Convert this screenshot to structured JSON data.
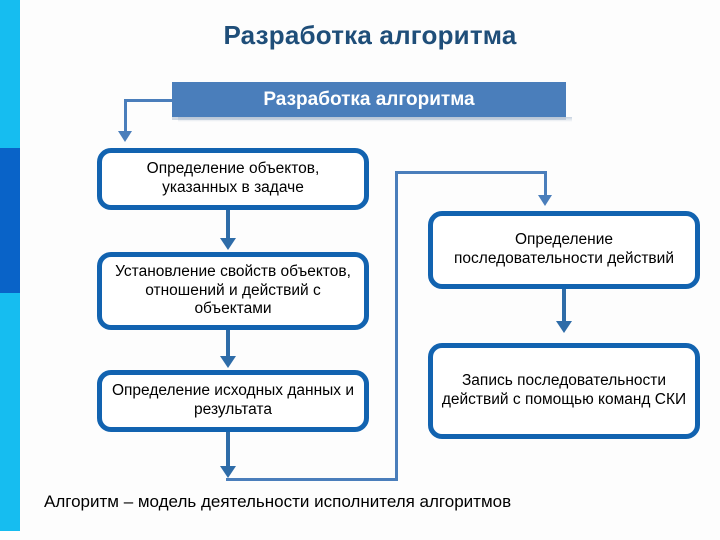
{
  "slide": {
    "title": "Разработка алгоритма",
    "header_box_label": "Разработка алгоритма",
    "caption": "Алгоритм – модель деятельности исполнителя алгоритмов"
  },
  "colors": {
    "title_text": "#1F4E79",
    "header_box_fill": "#4A7EBB",
    "node_border": "#1263B0",
    "connector": "#4A7EBB",
    "connector_dark": "#2E6CA8",
    "sidebar_cyan": "#16BDF0",
    "sidebar_blue": "#0963C8",
    "background": "#FDFDFD"
  },
  "nodes": [
    {
      "id": "objects",
      "text": "Определение объектов, указанных в задаче"
    },
    {
      "id": "properties",
      "text": "Установление свойств объектов, отношений и действий с объектами"
    },
    {
      "id": "inputdata",
      "text": "Определение исходных данных и результата"
    },
    {
      "id": "sequence",
      "text": "Определение последовательности действий"
    },
    {
      "id": "record",
      "text": "Запись последовательности действий с помощью команд СКИ"
    }
  ],
  "connectors": [
    {
      "id": "header-to-objects",
      "from": "header_box",
      "to": "objects",
      "style": "elbow-down"
    },
    {
      "id": "objects-to-properties",
      "from": "objects",
      "to": "properties",
      "style": "straight-down"
    },
    {
      "id": "properties-to-inputdata",
      "from": "properties",
      "to": "inputdata",
      "style": "straight-down"
    },
    {
      "id": "inputdata-to-sequence",
      "from": "inputdata",
      "to": "sequence",
      "style": "loop-right-up"
    },
    {
      "id": "sequence-to-record",
      "from": "sequence",
      "to": "record",
      "style": "straight-down"
    }
  ]
}
